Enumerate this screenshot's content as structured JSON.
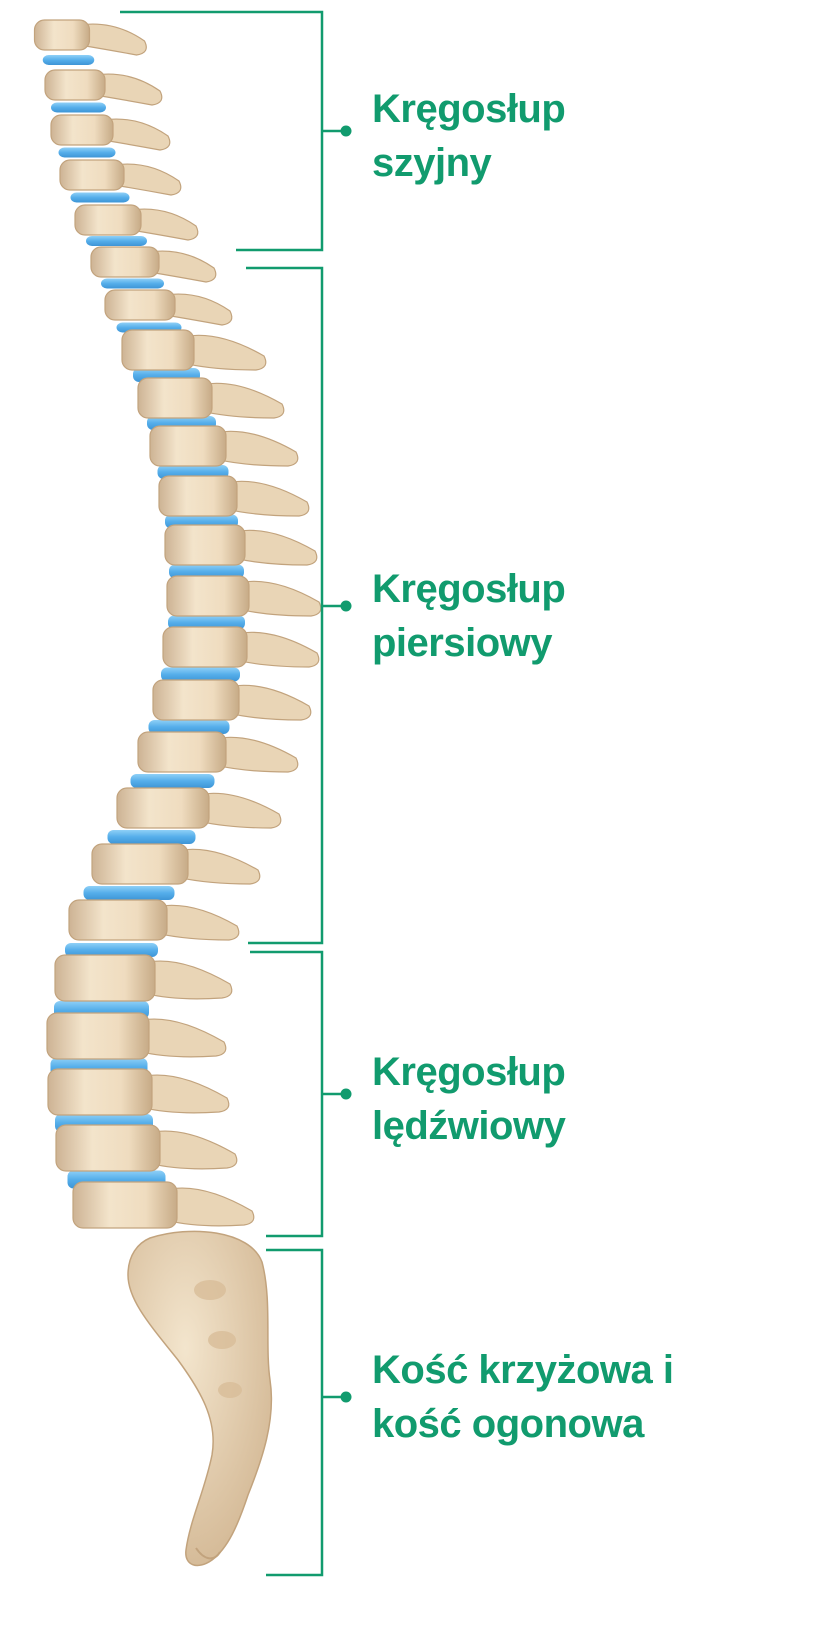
{
  "colors": {
    "accent": "#119b6e",
    "bone": "#eedcc0",
    "bone_shadow": "#c9ae8c",
    "disc": "#5fb4ee"
  },
  "sections": [
    {
      "id": "cervical",
      "line1": "Kręgosłup",
      "line2": "szyjny"
    },
    {
      "id": "thoracic",
      "line1": "Kręgosłup",
      "line2": "piersiowy"
    },
    {
      "id": "lumbar",
      "line1": "Kręgosłup",
      "line2": "lędźwiowy"
    },
    {
      "id": "sacral",
      "line1": "Kość krzyżowa i",
      "line2": "kość ogonowa"
    }
  ]
}
